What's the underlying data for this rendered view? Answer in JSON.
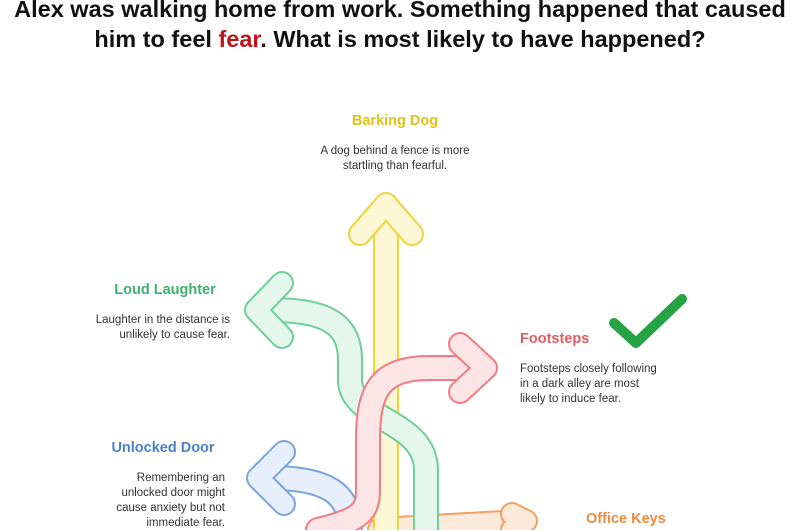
{
  "question": {
    "line1": "Alex was walking home from work. Something happened that caused",
    "line2_before": "him to feel ",
    "line2_key": "fear",
    "line2_after": ". What is most likely to have happened?"
  },
  "options": {
    "barking_dog": {
      "title": "Barking Dog",
      "desc": "A dog behind a fence is more startling than fearful.",
      "color": "#e0c21b"
    },
    "loud_laughter": {
      "title": "Loud Laughter",
      "desc": "Laughter in the distance is unlikely to cause fear.",
      "color": "#3fb06c"
    },
    "footsteps": {
      "title": "Footsteps",
      "desc": "Footsteps closely following in a dark alley are most likely to induce fear.",
      "color": "#e35b63",
      "marked_correct": true
    },
    "unlocked_door": {
      "title": "Unlocked Door",
      "desc": "Remembering an unlocked door might cause anxiety but not immediate fear.",
      "color": "#4b82cc"
    },
    "office_keys": {
      "title": "Office Keys",
      "color": "#ef8a3c"
    }
  },
  "icons": {
    "correct_answer": "checkmark-icon"
  }
}
